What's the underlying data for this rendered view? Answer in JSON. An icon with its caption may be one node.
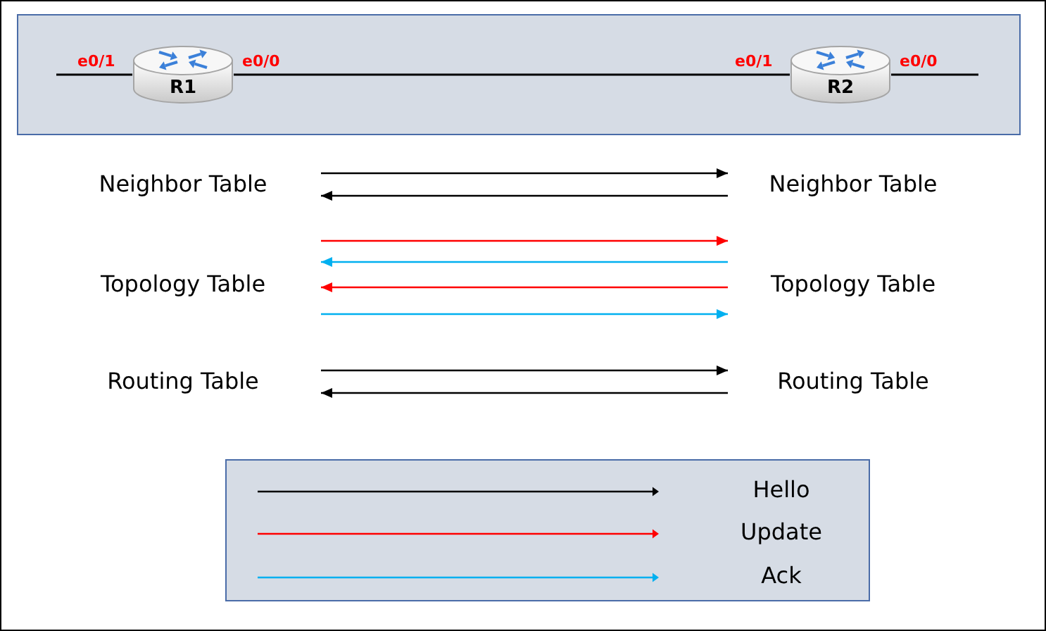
{
  "diagram": {
    "nodes": [
      {
        "text": [],
        "shape": "box"
      },
      {
        "text": [
          "R1"
        ],
        "in": 0,
        "beside": [
          "e0/1",
          "e0/0"
        ]
      },
      {
        "text": [
          "R2"
        ],
        "in": 0,
        "beside": [
          "e0/1",
          "e0/0"
        ]
      },
      {
        "text": [
          "Neighbor Table"
        ]
      },
      {
        "text": [
          "Neighbor Table"
        ]
      },
      {
        "text": [
          "Topology Table"
        ]
      },
      {
        "text": [
          "Topology Table"
        ]
      },
      {
        "text": [
          "Routing Table"
        ]
      },
      {
        "text": [
          "Routing Table"
        ]
      }
    ],
    "edges": [
      {
        "from": null,
        "to": 1,
        "arrow": "none"
      },
      {
        "from": 1,
        "to": 2,
        "arrow": "none"
      },
      {
        "from": 2,
        "to": null,
        "arrow": "none"
      },
      {
        "from": 3,
        "to": 4,
        "arrow": "to"
      },
      {
        "from": 4,
        "to": 3,
        "arrow": "to"
      },
      {
        "from": 5,
        "to": 6,
        "arrow": "to",
        "color": "#ff0000"
      },
      {
        "from": 6,
        "to": 5,
        "arrow": "to",
        "color": "#00b0f0"
      },
      {
        "from": 6,
        "to": 5,
        "arrow": "to",
        "color": "#ff0000"
      },
      {
        "from": 5,
        "to": 6,
        "arrow": "to",
        "color": "#00b0f0"
      },
      {
        "from": 7,
        "to": 8,
        "arrow": "to"
      },
      {
        "from": 8,
        "to": 7,
        "arrow": "to"
      }
    ],
    "legend": [
      {
        "text": "Hello"
      },
      {
        "text": "Update"
      },
      {
        "text": "Ack"
      }
    ]
  }
}
